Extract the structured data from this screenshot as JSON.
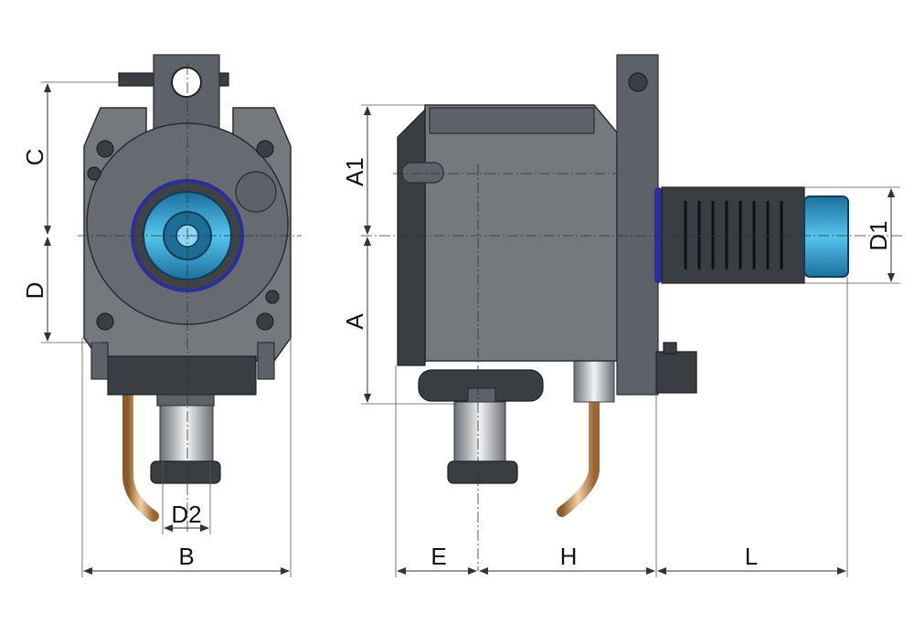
{
  "labels": {
    "C": "C",
    "D": "D",
    "A1": "A1",
    "A": "A",
    "D1": "D1",
    "D2": "D2",
    "B": "B",
    "E": "E",
    "H": "H",
    "L": "L"
  },
  "colors": {
    "body": "#75797e",
    "collet_blue": "#2aa6d8",
    "oring": "#2a2f9a",
    "pipe": "#c9935a"
  }
}
